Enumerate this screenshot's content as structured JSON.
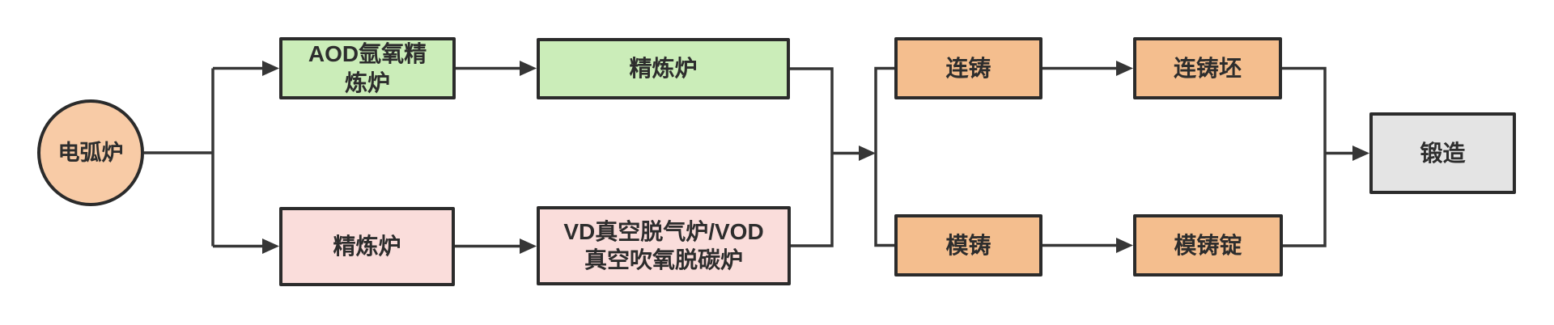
{
  "diagram": {
    "type": "flowchart",
    "background": "#FFFFFF",
    "palette": {
      "circle_fill": "#F8CBA6",
      "green_fill": "#CBEDB9",
      "pink_fill": "#FADDDB",
      "orange_fill": "#F4BE8E",
      "gray_fill": "#E4E4E4",
      "box_border": "#2B2B2B",
      "line_color": "#363636",
      "text_color": "#2D2D2D"
    },
    "nodes": {
      "eaf": {
        "label": "电弧炉",
        "shape": "circle",
        "fill": "#F8CBA6"
      },
      "aod": {
        "label": "AOD氩氧精\n炼炉",
        "shape": "rect",
        "fill": "#CBEDB9"
      },
      "refining_top": {
        "label": "精炼炉",
        "shape": "rect",
        "fill": "#CBEDB9"
      },
      "refining_bottom": {
        "label": "精炼炉",
        "shape": "rect",
        "fill": "#FADDDB"
      },
      "vd_vod": {
        "label": "VD真空脱气炉/VOD\n真空吹氧脱碳炉",
        "shape": "rect",
        "fill": "#FADDDB"
      },
      "continuous_casting": {
        "label": "连铸",
        "shape": "rect",
        "fill": "#F4BE8E"
      },
      "continuous_cast_billet": {
        "label": "连铸坯",
        "shape": "rect",
        "fill": "#F4BE8E"
      },
      "mold_casting": {
        "label": "模铸",
        "shape": "rect",
        "fill": "#F4BE8E"
      },
      "mold_cast_ingot": {
        "label": "模铸锭",
        "shape": "rect",
        "fill": "#F4BE8E"
      },
      "forging": {
        "label": "锻造",
        "shape": "rect",
        "fill": "#E4E4E4"
      }
    },
    "edges": [
      {
        "from": "eaf",
        "to": "aod"
      },
      {
        "from": "eaf",
        "to": "refining_bottom"
      },
      {
        "from": "aod",
        "to": "refining_top"
      },
      {
        "from": "refining_bottom",
        "to": "vd_vod"
      },
      {
        "from": "refining_top",
        "to": "casting_split"
      },
      {
        "from": "vd_vod",
        "to": "casting_split"
      },
      {
        "from": "casting_split",
        "to": "continuous_casting"
      },
      {
        "from": "casting_split",
        "to": "mold_casting"
      },
      {
        "from": "continuous_casting",
        "to": "continuous_cast_billet"
      },
      {
        "from": "mold_casting",
        "to": "mold_cast_ingot"
      },
      {
        "from": "continuous_cast_billet",
        "to": "forging"
      },
      {
        "from": "mold_cast_ingot",
        "to": "forging"
      }
    ]
  }
}
